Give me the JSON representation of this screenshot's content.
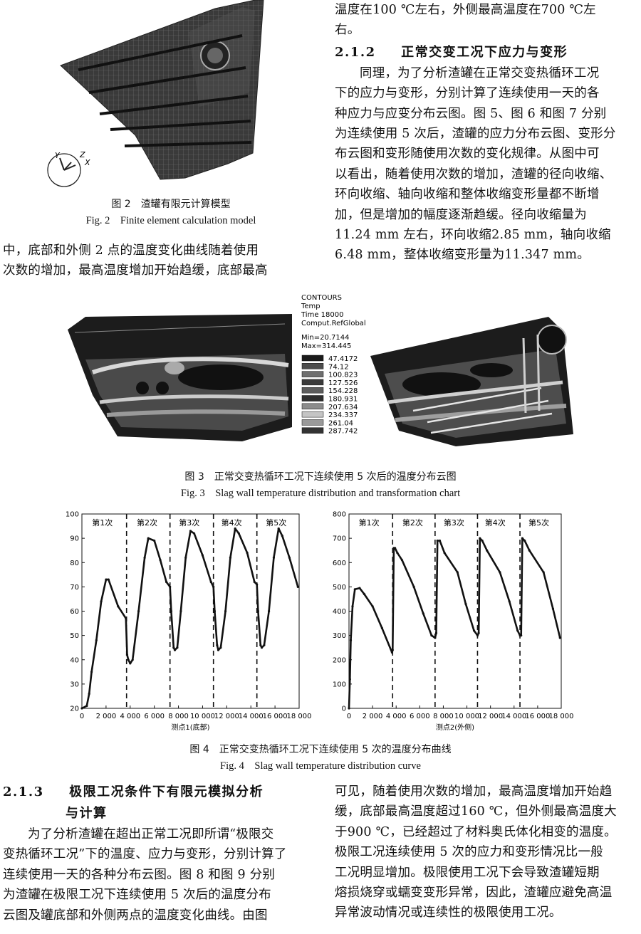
{
  "right_top": {
    "intro_lines": [
      "温度在100 ℃左右，外侧最高温度在700 ℃左",
      "右。"
    ],
    "heading_number": "2.1.2",
    "heading_title": "正常交变工况下应力与变形",
    "paragraph_lines": [
      "同理，为了分析渣罐在正常交变热循环工况",
      "下的应力与变形，分别计算了连续使用一天的各",
      "种应力与应变分布云图。图 5、图 6 和图 7 分别",
      "为连续使用 5 次后，渣罐的应力分布云图、变形分",
      "布云图和变形随使用次数的变化规律。从图中可",
      "以看出，随着使用次数的增加，渣罐的径向收缩、",
      "环向收缩、轴向收缩和整体收缩变形量都不断增",
      "加，但是增加的幅度逐渐趋缓。径向收缩量为",
      "11.24 mm 左右，环向收缩2.85 mm，轴向收缩",
      "6.48 mm，整体收缩变形量为11.347 mm。"
    ]
  },
  "figure2": {
    "axis_labels": [
      "Y",
      "Z",
      "X"
    ],
    "caption_cn": "图 2　渣罐有限元计算模型",
    "caption_en": "Fig. 2　Finite element calculation model"
  },
  "left_top": {
    "paragraph_lines": [
      "中，底部和外侧 2 点的温度变化曲线随着使用",
      "次数的增加，最高温度增加开始趋缓，底部最高"
    ]
  },
  "figure3": {
    "legend_header": [
      "CONTOURS",
      "Temp",
      "Time 18000",
      "Comput.RefGlobal"
    ],
    "legend_min": "Min=20.7144",
    "legend_max": "Max=314.445",
    "legend_values": [
      "47.4172",
      "74.12",
      "100.823",
      "127.526",
      "154.228",
      "180.931",
      "207.634",
      "234.337",
      "261.04",
      "287.742"
    ],
    "legend_colors": [
      "#1a1a1a",
      "#4c4c4c",
      "#6e6e6e",
      "#3a3a3a",
      "#5c5c5c",
      "#2e2e2e",
      "#8c8c8c",
      "#c4c4c4",
      "#9a9a9a",
      "#333333"
    ],
    "caption_cn": "图 3　正常交变热循环工况下连续使用 5 次后的温度分布云图",
    "caption_en": "Fig. 3　Slag wall temperature distribution and transformation chart"
  },
  "chart_data": [
    {
      "type": "line",
      "xlabel": "测点1(底部)",
      "xlim": [
        0,
        18000
      ],
      "ylim": [
        20,
        100
      ],
      "xticks": [
        0,
        2000,
        4000,
        6000,
        8000,
        10000,
        12000,
        14000,
        16000,
        18000
      ],
      "xtick_labels": [
        "0",
        "2 000",
        "4 000",
        "6 000",
        "8 000",
        "10 000",
        "12 000",
        "14 000",
        "16 000",
        "18 000"
      ],
      "yticks": [
        20,
        30,
        40,
        50,
        60,
        70,
        80,
        90,
        100
      ],
      "dividers": [
        3700,
        7300,
        10900,
        14500
      ],
      "cycle_labels": [
        "第1次",
        "第2次",
        "第3次",
        "第4次",
        "第5次"
      ],
      "cycle_label_x": [
        1700,
        5400,
        8900,
        12400,
        16100
      ],
      "series": [
        {
          "x": [
            0,
            400,
            600,
            800,
            1200,
            1600,
            2000,
            2200,
            3000,
            3650,
            3750,
            3850,
            4000,
            4200,
            4700,
            5200,
            5500,
            6000,
            6500,
            7000,
            7300,
            7400,
            7600,
            7700,
            7900,
            8200,
            8600,
            9000,
            9300,
            10000,
            10700,
            10900,
            11000,
            11200,
            11300,
            11500,
            11900,
            12300,
            12700,
            13000,
            13700,
            14300,
            14500,
            14600,
            14800,
            14900,
            15100,
            15500,
            15900,
            16300,
            16600,
            17200,
            17900
          ],
          "y": [
            20,
            21,
            26,
            35,
            48,
            64,
            73,
            73,
            62,
            57,
            42,
            40,
            38.5,
            40,
            60,
            82,
            90,
            89,
            81,
            72,
            70,
            60,
            45,
            44,
            45,
            60,
            82,
            93,
            92,
            83,
            72,
            70,
            60,
            46,
            44,
            45,
            60,
            82,
            94,
            92,
            84,
            72,
            71,
            60,
            46,
            45,
            46,
            60,
            82,
            94,
            91,
            82,
            70
          ]
        }
      ]
    },
    {
      "type": "line",
      "xlabel": "测点2(外侧)",
      "xlim": [
        0,
        18000
      ],
      "ylim": [
        0,
        800
      ],
      "xticks": [
        0,
        2000,
        4000,
        6000,
        8000,
        10000,
        12000,
        14000,
        16000,
        18000
      ],
      "xtick_labels": [
        "0",
        "2 000",
        "4 000",
        "6 000",
        "8 000",
        "10 000",
        "12 000",
        "14 000",
        "16 000",
        "18 000"
      ],
      "yticks": [
        0,
        100,
        200,
        300,
        400,
        500,
        600,
        700,
        800
      ],
      "dividers": [
        3700,
        7300,
        10900,
        14500
      ],
      "cycle_labels": [
        "第1次",
        "第2次",
        "第3次",
        "第4次",
        "第5次"
      ],
      "cycle_label_x": [
        1700,
        5400,
        8900,
        12400,
        16100
      ],
      "series": [
        {
          "x": [
            0,
            80,
            150,
            300,
            500,
            900,
            1300,
            2000,
            2800,
            3650,
            3700,
            3800,
            3900,
            4100,
            4500,
            5500,
            6300,
            7000,
            7300,
            7400,
            7500,
            7700,
            8100,
            9200,
            9900,
            10600,
            10900,
            11000,
            11100,
            11300,
            11700,
            12800,
            13600,
            14300,
            14500,
            14600,
            14700,
            14900,
            15300,
            16500,
            17300,
            17900
          ],
          "y": [
            0,
            120,
            280,
            420,
            490,
            495,
            470,
            420,
            330,
            230,
            240,
            660,
            660,
            640,
            610,
            500,
            390,
            300,
            290,
            310,
            690,
            690,
            640,
            560,
            430,
            320,
            300,
            310,
            700,
            690,
            650,
            560,
            440,
            320,
            300,
            300,
            700,
            690,
            650,
            560,
            410,
            290
          ]
        }
      ]
    }
  ],
  "figure4": {
    "caption_cn": "图 4　正常交变热循环工况下连续使用 5 次的温度分布曲线",
    "caption_en": "Fig. 4　Slag wall temperature distribution curve"
  },
  "left_bottom": {
    "heading_number": "2.1.3",
    "heading_title_line1": "极限工况条件下有限元模拟分析",
    "heading_title_line2": "与计算",
    "paragraph_lines": [
      "为了分析渣罐在超出正常工况即所谓“极限交",
      "变热循环工况”下的温度、应力与变形，分别计算了",
      "连续使用一天的各种分布云图。图 8 和图 9 分别",
      "为渣罐在极限工况下连续使用 5 次后的温度分布",
      "云图及罐底部和外侧两点的温度变化曲线。由图"
    ]
  },
  "right_bottom": {
    "paragraph_lines": [
      "可见，随着使用次数的增加，最高温度增加开始趋",
      "缓，底部最高温度超过160 ℃，但外侧最高温度大",
      "于900 ℃，已经超过了材料奥氏体化相变的温度。",
      "极限工况连续使用 5 次的应力和变形情况比一般",
      "工况明显增加。极限使用工况下会导致渣罐短期",
      "熔损烧穿或蠕变变形异常，因此，渣罐应避免高温",
      "异常波动情况或连续性的极限使用工况。"
    ]
  }
}
